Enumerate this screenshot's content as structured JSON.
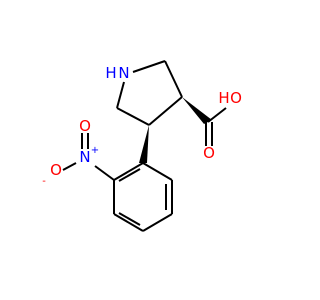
{
  "colors": {
    "bond": "#000000",
    "carbon": "#000000",
    "nitrogen": "#0000ff",
    "oxygen": "#ff0000",
    "background": "#ffffff"
  },
  "atoms": {
    "ring_nh": "N",
    "ring_h": "H",
    "acid_o": "O",
    "acid_h": "H",
    "carbonyl_o": "O",
    "nitro_n": "N",
    "nitro_n_charge": "+",
    "nitro_o_double": "O",
    "nitro_o_single": "O",
    "nitro_o_charge": "-"
  }
}
